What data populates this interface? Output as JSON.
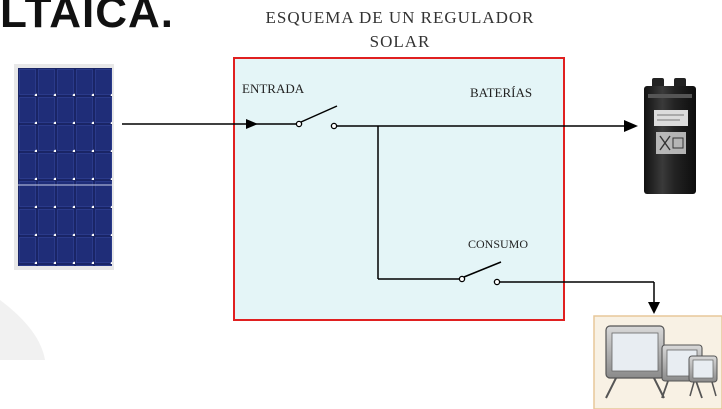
{
  "heading": {
    "fragment": "LTAICA."
  },
  "diagram": {
    "title_line1": "ESQUEMA DE UN REGULADOR",
    "title_line2": "SOLAR",
    "labels": {
      "input": "ENTRADA",
      "batteries": "BATERÍAS",
      "consumption": "CONSUMO"
    }
  },
  "images": {
    "solar_panel": "solar-panel-icon",
    "battery": "battery-icon",
    "floodlights": "floodlight-icon"
  },
  "colors": {
    "regulator_border": "#e02020",
    "regulator_fill": "#e4f5f7",
    "panel_cell": "#1c2a6b",
    "wire": "#000000"
  }
}
